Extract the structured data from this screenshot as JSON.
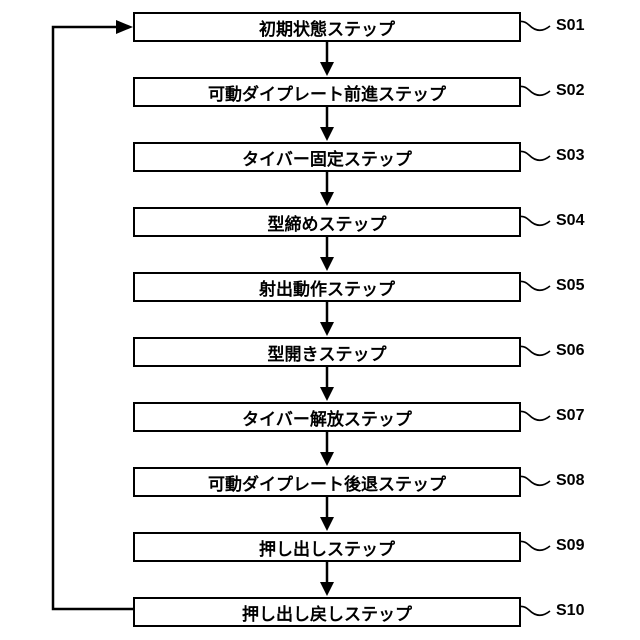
{
  "steps": [
    {
      "label": "初期状態ステップ",
      "ref": "S01"
    },
    {
      "label": "可動ダイプレート前進ステップ",
      "ref": "S02"
    },
    {
      "label": "タイバー固定ステップ",
      "ref": "S03"
    },
    {
      "label": "型締めステップ",
      "ref": "S04"
    },
    {
      "label": "射出動作ステップ",
      "ref": "S05"
    },
    {
      "label": "型開きステップ",
      "ref": "S06"
    },
    {
      "label": "タイバー解放ステップ",
      "ref": "S07"
    },
    {
      "label": "可動ダイプレート後退ステップ",
      "ref": "S08"
    },
    {
      "label": "押し出しステップ",
      "ref": "S09"
    },
    {
      "label": "押し出し戻しステップ",
      "ref": "S10"
    }
  ]
}
